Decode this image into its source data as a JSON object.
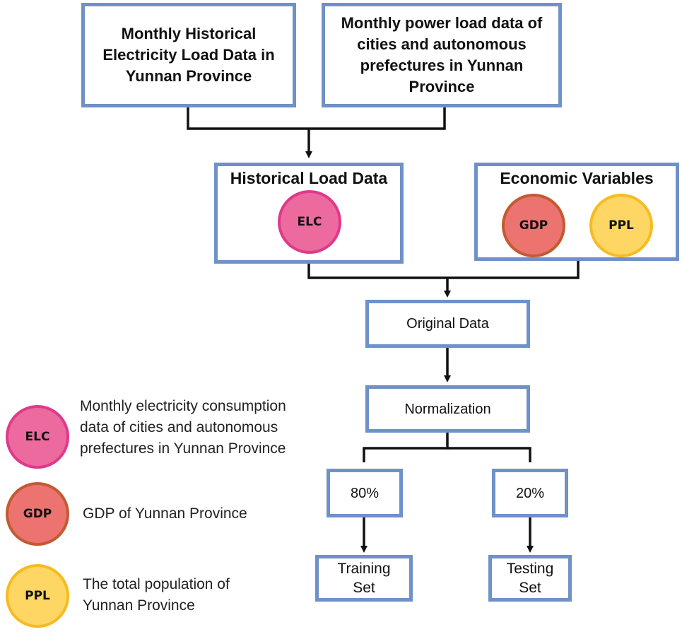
{
  "sources": {
    "historical": "Monthly Historical Electricity Load Data in Yunnan Province",
    "cities": "Monthly power load data of cities and autonomous prefectures in Yunnan Province"
  },
  "groups": {
    "historical_load_title": "Historical Load Data",
    "economic_title": "Economic Variables"
  },
  "badges": {
    "elc": "ELC",
    "gdp": "GDP",
    "ppl": "PPL"
  },
  "steps": {
    "original": "Original Data",
    "normalization": "Normalization",
    "train_pct": "80%",
    "test_pct": "20%",
    "training_line1": "Training",
    "training_line2": "Set",
    "testing_line1": "Testing",
    "testing_line2": "Set"
  },
  "legend": {
    "elc_desc": "Monthly electricity consumption data of cities and autonomous prefectures in Yunnan Province",
    "gdp_desc": "GDP of Yunnan Province",
    "ppl_desc": "The total population of Yunnan Province"
  },
  "colors": {
    "box_border": "#6f91c9",
    "elc_fill": "#ec6a9e",
    "gdp_fill": "#ec7370",
    "ppl_fill": "#fdd663"
  }
}
